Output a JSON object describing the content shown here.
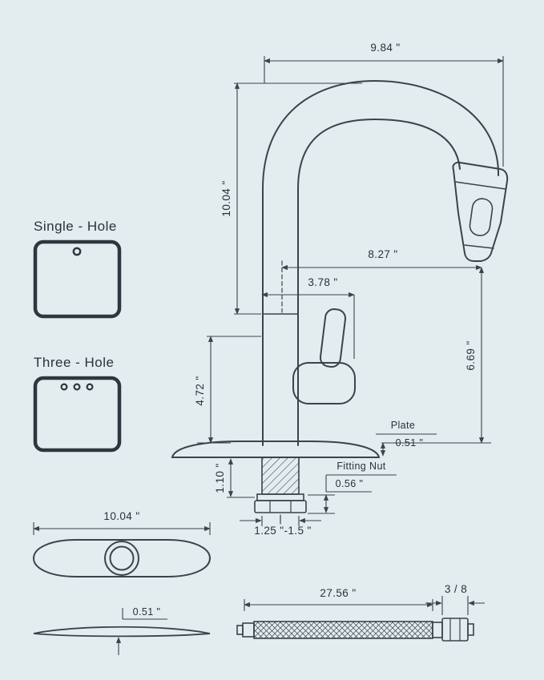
{
  "title": "Kitchen faucet dimension diagram",
  "colors": {
    "background": "#e3ecef",
    "line": "#39444b",
    "text": "#28333a"
  },
  "labels": {
    "single_hole": "Single - Hole",
    "three_hole": "Three - Hole",
    "plate": "Plate",
    "fitting_nut": "Fitting Nut"
  },
  "dimensions": {
    "spout_reach": "9.84 \"",
    "overall_height": "10.04 \"",
    "spout_to_head": "8.27 \"",
    "body_to_handle": "3.78 \"",
    "head_to_deck": "6.69 \"",
    "body_height": "4.72 \"",
    "plate_thickness": "0.51 \"",
    "shank_height": "1.10 \"",
    "fitting_nut_size": "0.56 \"",
    "hole_size": "1.25 \"-1.5 \"",
    "deck_plate_width": "10.04 \"",
    "deck_plate_thickness": "0.51 \"",
    "hose_length": "27.56 \"",
    "hose_thread": "3 / 8"
  }
}
